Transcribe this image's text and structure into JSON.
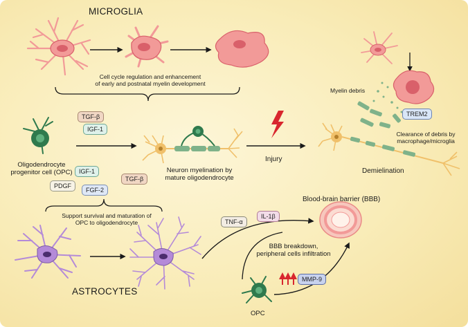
{
  "headings": {
    "microglia": "MICROGLIA",
    "astrocytes": "ASTROCYTES"
  },
  "labels": {
    "microglia_function": "Cell cycle regulation and enhancement\nof early and postnatal myelin development",
    "opc": "Oligodendrocyte\nprogenitor cell (OPC)",
    "myelination": "Neuron myelination by\nmature oligodendrocyte",
    "injury": "Injury",
    "myelin_debris": "Myelin debris",
    "clearance": "Clearance of debris by\nmacrophage/microglia",
    "demyelination": "Demielination",
    "astro_function": "Support survival and maturation of\nOPC to oligodendrocyte",
    "bbb": "Blood-brain barrier (BBB)",
    "bbb_breakdown": "BBB breakdown,\nperipheral cells infiltration",
    "opc_bottom": "OPC"
  },
  "factors": {
    "tgf_top": "TGF-β",
    "igf_top": "IGF-1",
    "igf_mid": "IGF-1",
    "pdgf": "PDGF",
    "tgf_mid": "TGF-β",
    "fgf2": "FGF-2",
    "tnf": "TNF-α",
    "il1b": "IL-1β",
    "trem2": "TREM2",
    "mmp9": "MMP-9"
  },
  "colors": {
    "microglia": "#f29a98",
    "microglia_dark": "#d9606a",
    "opc": "#2f7a4d",
    "neuron": "#f0c06a",
    "myelin": "#7fb28a",
    "astrocyte": "#b48ad8",
    "astro_nucleus": "#4b2d6e",
    "bbb": "#f3a5a8",
    "injury": "#d8262e",
    "arrows": "#1a1a1a"
  }
}
